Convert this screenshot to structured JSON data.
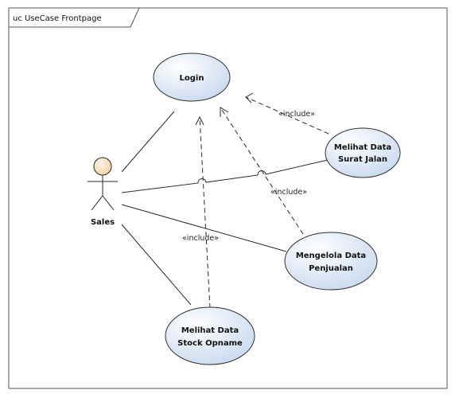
{
  "frame": {
    "title": "uc UseCase Frontpage"
  },
  "actor": {
    "name": "Sales"
  },
  "use_cases": {
    "login": {
      "label": "Login"
    },
    "surat_jalan": {
      "line1": "Melihat Data",
      "line2": "Surat Jalan"
    },
    "penjualan": {
      "line1": "Mengelola Data",
      "line2": "Penjualan"
    },
    "stock_opname": {
      "line1": "Melihat Data",
      "line2": "Stock Opname"
    }
  },
  "include_labels": {
    "surat_jalan": "«include»",
    "penjualan": "«include»",
    "stock_opname": "«include»"
  },
  "colors": {
    "usecase_fill": "#d6e4f5",
    "usecase_stroke": "#2e2e2e",
    "actor_head": "#f8dcb4",
    "frame": "#555555"
  }
}
